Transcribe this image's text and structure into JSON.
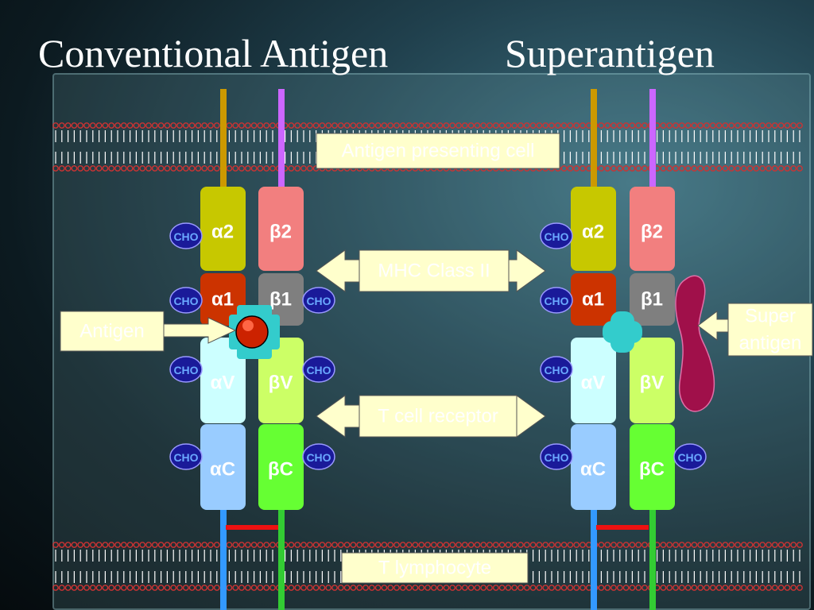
{
  "titles": {
    "conventional": "Conventional Antigen",
    "superantigen": "Superantigen"
  },
  "labels": {
    "apc": "Antigen presenting cell",
    "mhc": "MHC Class II",
    "tcr": "T cell receptor",
    "tlymph": "T lymphocyte",
    "antigen": "Antigen",
    "super_line1": "Super",
    "super_line2": "antigen"
  },
  "domains": {
    "a2": "α2",
    "b2": "β2",
    "a1": "α1",
    "b1": "β1",
    "aV": "αV",
    "bV": "βV",
    "aC": "αC",
    "bC": "βC"
  },
  "cho": "CHO",
  "colors": {
    "a2": "#c7c800",
    "b2": "#f27f7f",
    "a1": "#cc3300",
    "b1": "#7f7f7f",
    "aV": "#ccffff",
    "bV": "#ccff66",
    "aC": "#99ccff",
    "bC": "#66ff33",
    "membrane": "#cc3333",
    "label_box": "#ffffcc",
    "tether_orange": "#cc9900",
    "tether_purple": "#cc66ff",
    "tail_blue": "#3399ff",
    "tail_green": "#33cc33",
    "antigen": "#cc2200",
    "cyan": "#33cccc",
    "superantigen": "#a0104a"
  }
}
